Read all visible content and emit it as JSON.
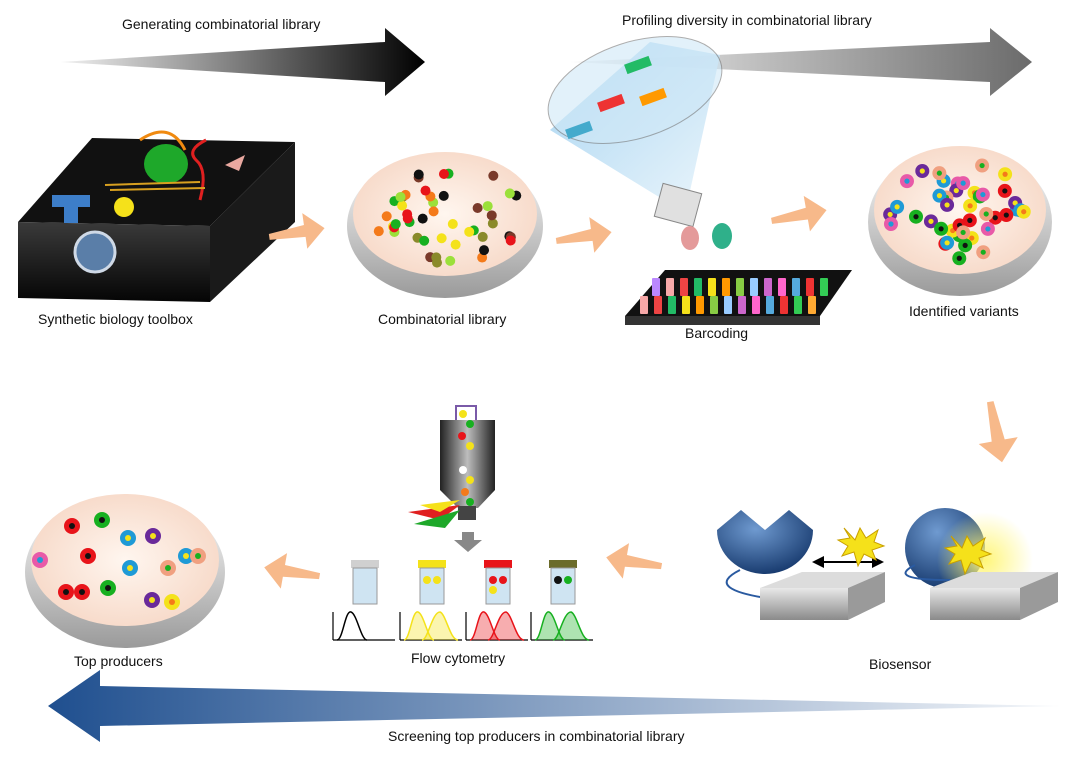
{
  "arrows": {
    "generating": "Generating combinatorial library",
    "profiling": "Profiling diversity in combinatorial library",
    "screening": "Screening top producers in combinatorial library"
  },
  "steps": {
    "toolbox": "Synthetic biology toolbox",
    "library": "Combinatorial library",
    "barcoding": "Barcoding",
    "variants": "Identified variants",
    "biosensor": "Biosensor",
    "flow": "Flow cytometry",
    "top": "Top producers"
  },
  "colors": {
    "black_arrow": "#000000",
    "gray_arrow": "#6b6b6b",
    "blue_arrow": "#1f4f8f",
    "flow_arrow": "#f7b98a",
    "dish_fill": "#f9e3d6",
    "red": "#e8141a",
    "green": "#17b020",
    "yellow": "#f4e21a",
    "orange": "#f47a1a",
    "olive": "#8a8a2a",
    "brown": "#7a3a2a",
    "lime": "#9be03a",
    "blue": "#1f9ad6",
    "purple": "#6a2a9a",
    "pink": "#e85aa8",
    "salmon": "#f0a080"
  }
}
